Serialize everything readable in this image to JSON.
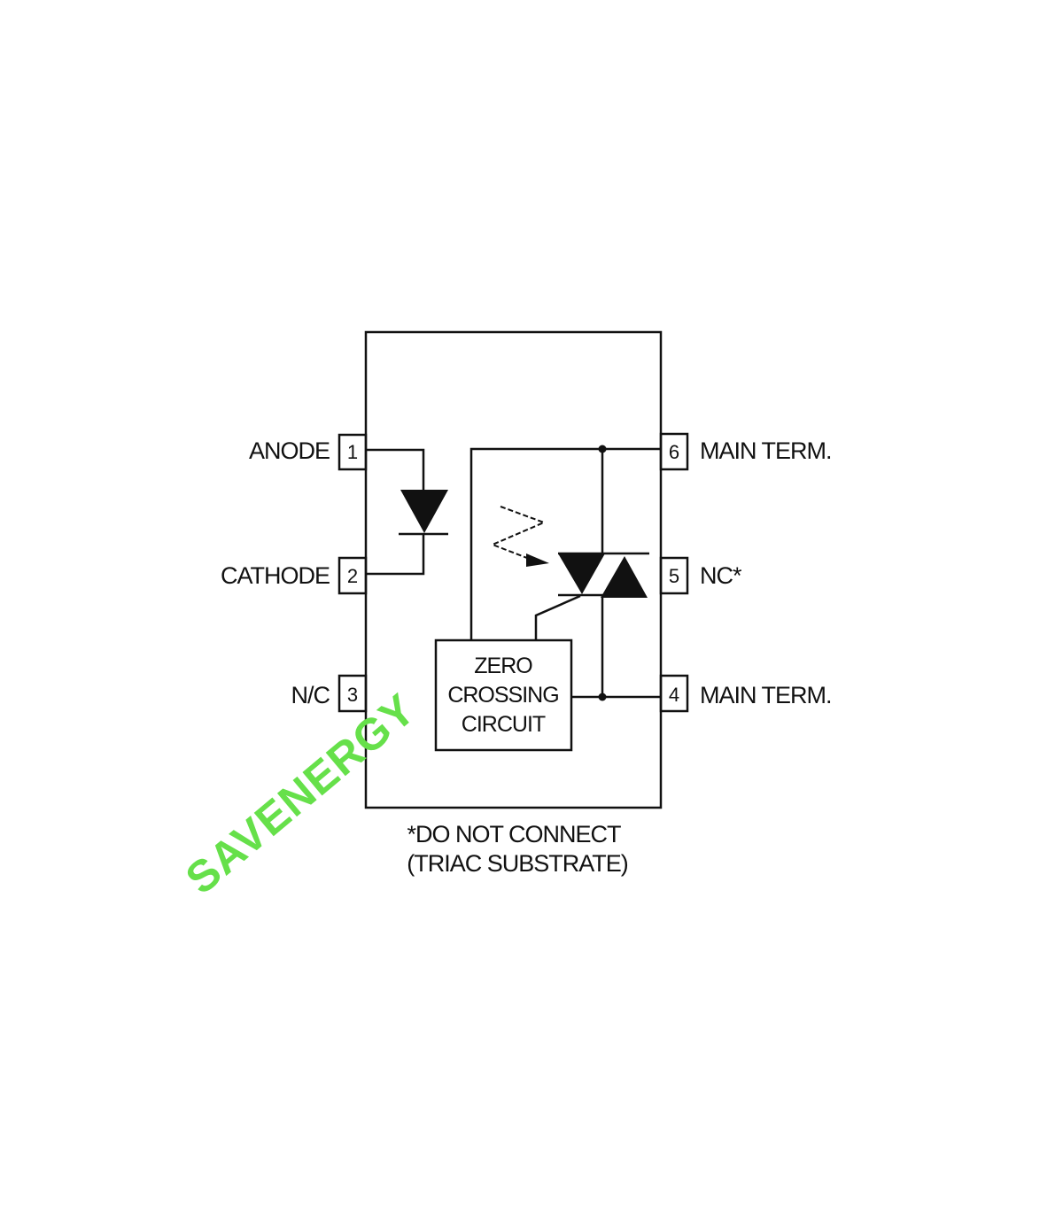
{
  "pins": {
    "p1": {
      "number": "1",
      "label": "ANODE"
    },
    "p2": {
      "number": "2",
      "label": "CATHODE"
    },
    "p3": {
      "number": "3",
      "label": "N/C"
    },
    "p4": {
      "number": "4",
      "label": "MAIN TERM."
    },
    "p5": {
      "number": "5",
      "label": "NC*"
    },
    "p6": {
      "number": "6",
      "label": "MAIN TERM."
    }
  },
  "zero_crossing": {
    "line1": "ZERO",
    "line2": "CROSSING",
    "line3": "CIRCUIT"
  },
  "footnote": {
    "line1": "*DO NOT CONNECT",
    "line2": "(TRIAC SUBSTRATE)"
  },
  "watermark": "SAVENERGY",
  "colors": {
    "line": "#111111",
    "watermark": "#66e04a"
  }
}
